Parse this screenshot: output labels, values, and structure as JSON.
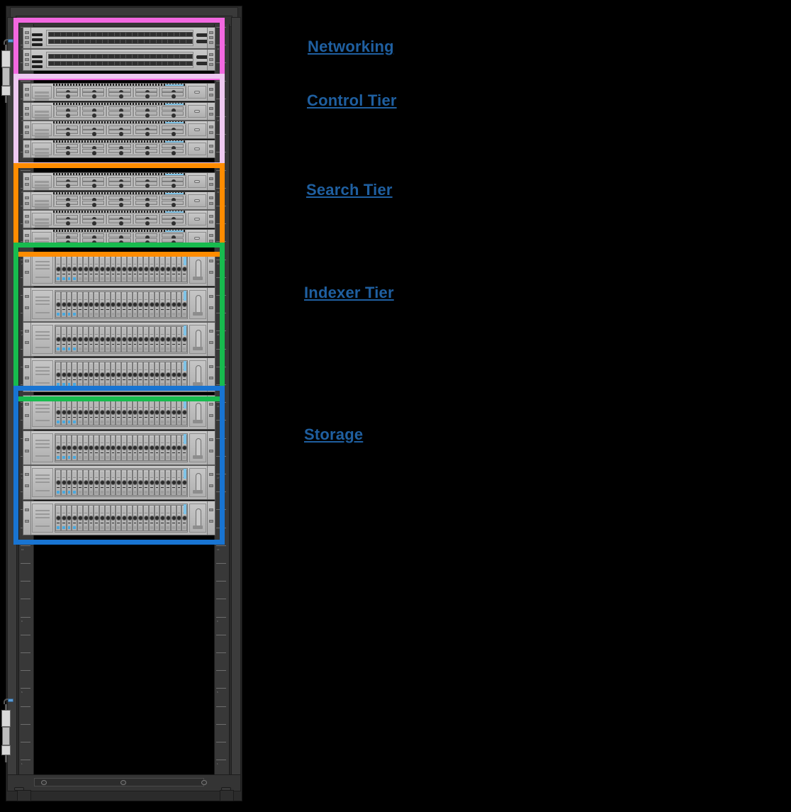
{
  "diagram": {
    "title": "Server Rack Tier Diagram",
    "background_color": "#000000",
    "label_color": "#1f5fa0"
  },
  "rack": {
    "name": "equipment-rack",
    "frame_color": "#2b2b2b",
    "rail_color": "#383838",
    "total_units": 42,
    "occupied_from_top": true
  },
  "tiers": [
    {
      "id": "networking",
      "label": "Networking",
      "highlight_color": "#f268e0",
      "device_type": "switch",
      "device_count": 2,
      "rack_units_each": 1,
      "ports_per_row": 24,
      "port_rows": 2
    },
    {
      "id": "control",
      "label": "Control Tier",
      "highlight_color": "#eec8f0",
      "device_type": "server-2u",
      "device_count": 4,
      "rack_units_each": 2,
      "bay_columns": 5,
      "bay_rows": 2
    },
    {
      "id": "search",
      "label": "Search Tier",
      "highlight_color": "#ff8c00",
      "device_type": "server-2u",
      "device_count": 4,
      "rack_units_each": 2,
      "bay_columns": 5,
      "bay_rows": 2
    },
    {
      "id": "indexer",
      "label": "Indexer Tier",
      "highlight_color": "#17bb4e",
      "device_type": "jbod-storage",
      "device_count": 4,
      "rack_units_each": 2,
      "drive_sleds": 24,
      "active_leds": 4
    },
    {
      "id": "storage",
      "label": "Storage",
      "highlight_color": "#1874d2",
      "device_type": "jbod-storage",
      "device_count": 4,
      "rack_units_each": 2,
      "drive_sleds": 24,
      "active_leds": 4
    }
  ],
  "rail_markings": {
    "visible": true,
    "label_prefix": "U"
  },
  "accessories": {
    "side_pdu_top": "pdu-module",
    "side_pdu_bottom": "pdu-module",
    "base_plinth": "base-plinth",
    "casters": 2
  }
}
